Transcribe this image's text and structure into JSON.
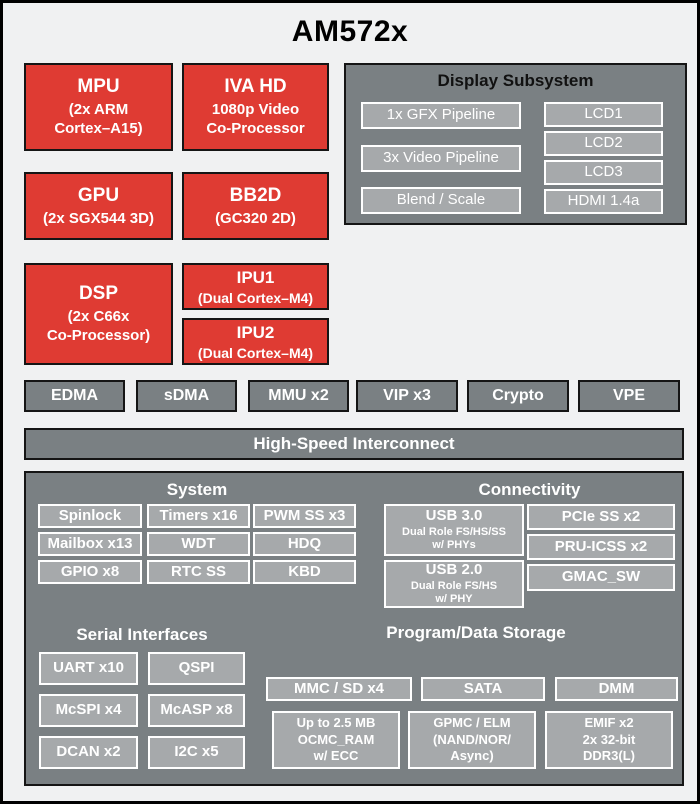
{
  "title": "AM572x",
  "colors": {
    "red": "#df3b33",
    "gray_dark": "#7a8083",
    "gray_light": "#a6a9ab",
    "white": "#ffffff"
  },
  "cores": {
    "mpu": {
      "title": "MPU",
      "lines": [
        "(2x ARM",
        "Cortex–A15)"
      ]
    },
    "iva": {
      "title": "IVA HD",
      "lines": [
        "1080p Video",
        "Co-Processor"
      ]
    },
    "gpu": {
      "title": "GPU",
      "lines": [
        "(2x SGX544 3D)"
      ]
    },
    "bb2d": {
      "title": "BB2D",
      "lines": [
        "(GC320 2D)"
      ]
    },
    "dsp": {
      "title": "DSP",
      "lines": [
        "(2x C66x",
        "Co-Processor)"
      ]
    },
    "ipu1": {
      "title": "IPU1",
      "lines": [
        "(Dual Cortex–M4)"
      ]
    },
    "ipu2": {
      "title": "IPU2",
      "lines": [
        "(Dual Cortex–M4)"
      ]
    }
  },
  "display": {
    "title": "Display Subsystem",
    "pipelines": [
      "1x GFX Pipeline",
      "3x Video Pipeline",
      "Blend / Scale"
    ],
    "outputs": [
      "LCD1",
      "LCD2",
      "LCD3",
      "HDMI 1.4a"
    ]
  },
  "dma_row": [
    "EDMA",
    "sDMA",
    "MMU x2",
    "VIP x3",
    "Crypto",
    "VPE"
  ],
  "interconnect": "High-Speed Interconnect",
  "system": {
    "title": "System",
    "items": [
      "Spinlock",
      "Timers x16",
      "PWM SS x3",
      "Mailbox x13",
      "WDT",
      "HDQ",
      "GPIO x8",
      "RTC SS",
      "KBD"
    ]
  },
  "connectivity": {
    "title": "Connectivity",
    "usb3": {
      "title": "USB 3.0",
      "lines": [
        "Dual Role FS/HS/SS",
        "w/ PHYs"
      ]
    },
    "usb2": {
      "title": "USB 2.0",
      "lines": [
        "Dual Role FS/HS",
        "w/ PHY"
      ]
    },
    "items": [
      "PCIe SS x2",
      "PRU-ICSS x2",
      "GMAC_SW"
    ]
  },
  "serial": {
    "title": "Serial Interfaces",
    "items": [
      "UART x10",
      "QSPI",
      "McSPI x4",
      "McASP x8",
      "DCAN x2",
      "I2C x5"
    ]
  },
  "storage": {
    "title": "Program/Data Storage",
    "row1": [
      "MMC / SD x4",
      "SATA",
      "DMM"
    ],
    "row2": [
      {
        "lines": [
          "Up to 2.5 MB",
          "OCMC_RAM",
          "w/ ECC"
        ]
      },
      {
        "lines": [
          "GPMC / ELM",
          "(NAND/NOR/",
          "Async)"
        ]
      },
      {
        "lines": [
          "EMIF x2",
          "2x 32-bit",
          "DDR3(L)"
        ]
      }
    ]
  }
}
